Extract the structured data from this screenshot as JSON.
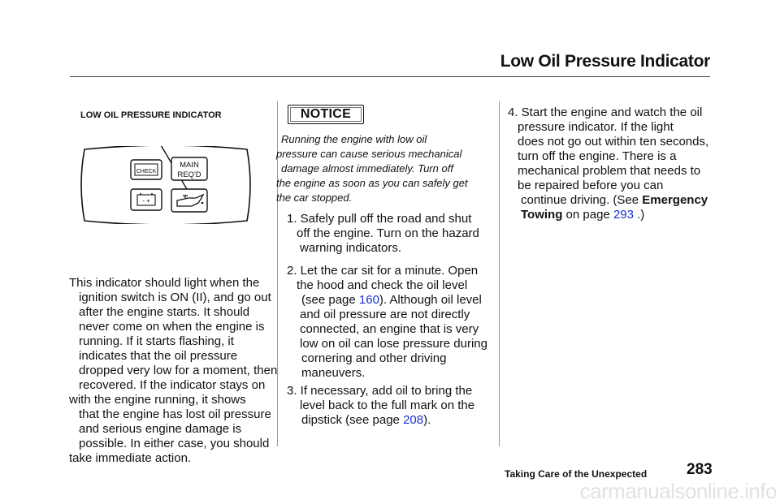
{
  "header": {
    "title": "Low Oil Pressure Indicator"
  },
  "figure": {
    "caption": "LOW OIL PRESSURE INDICATOR",
    "indicators": [
      "CHECK",
      "MAIN",
      "REQ'D",
      "-  +"
    ]
  },
  "left_paragraph": [
    "This indicator should light when the",
    "ignition switch is ON (II), and go out",
    "after the engine starts. It should",
    "never come on when the engine is",
    "running. If it starts flashing, it",
    "indicates that the oil pressure",
    "dropped very low for a moment, then",
    "recovered. If the indicator stays on",
    "with the engine running, it shows",
    "that the engine has lost oil pressure",
    "and serious engine damage is",
    "possible. In either case, you should",
    "take immediate action."
  ],
  "notice": {
    "label": "NOTICE",
    "lines": [
      "Running the engine with low oil",
      "pressure can cause serious mechanical",
      "damage almost immediately. Turn off",
      "the engine as soon as you can safely get",
      "the car stopped."
    ]
  },
  "steps": {
    "step1": [
      "1. Safely pull off the road and shut",
      "off the engine. Turn on the hazard",
      "warning indicators."
    ],
    "step2": {
      "l1": "2. Let the car sit for a minute. Open",
      "l2": "the hood and check the oil level",
      "l3_pre": "(see page ",
      "l3_link": "160",
      "l3_post": "). Although oil level",
      "rest": [
        "and oil pressure are not directly",
        "connected, an engine that is very",
        "low on oil can lose pressure during",
        "cornering and other driving",
        "maneuvers."
      ]
    },
    "step3": {
      "l1": "3. If necessary, add oil to bring the",
      "l2": "level back to the full mark on the",
      "l3_pre": "dipstick (see page ",
      "l3_link": "208",
      "l3_post": ")."
    },
    "step4": {
      "lines": [
        "4. Start the engine and watch the oil",
        "pressure indicator. If the light",
        "does not go out within ten seconds,",
        "turn off the engine. There is a",
        "mechanical problem that needs to",
        "be repaired before you can"
      ],
      "l7_pre": "continue driving. (See ",
      "l7_bold": "Emergency",
      "l8_bold": "Towing",
      "l8_mid": " on page ",
      "l8_link": "293",
      "l8_post": " .)"
    }
  },
  "footer": {
    "section": "Taking Care of the Unexpected",
    "page_number": "283"
  },
  "watermark": "carmanualsonline.info",
  "colors": {
    "link": "#1a2fd6",
    "text": "#111111"
  }
}
